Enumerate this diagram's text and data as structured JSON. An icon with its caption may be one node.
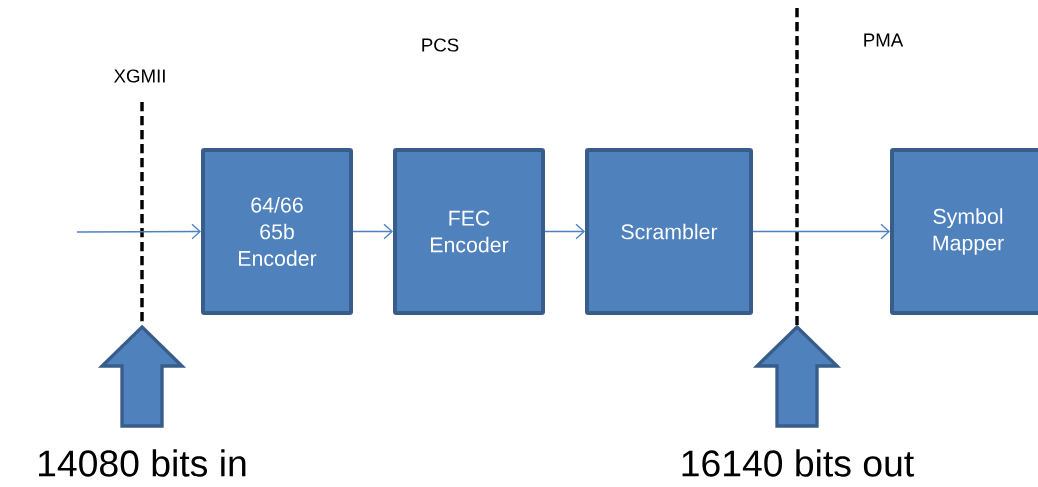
{
  "diagram": {
    "nodes": [
      {
        "text": [
          "64/66 65b Encoder"
        ]
      },
      {
        "text": [
          "FEC Encoder"
        ]
      },
      {
        "text": [
          "Scrambler"
        ]
      },
      {
        "text": [
          "Symbol Mapper"
        ]
      }
    ],
    "edges": [
      {
        "from": null,
        "to": 0,
        "arrow": "to"
      },
      {
        "from": 0,
        "to": 1,
        "arrow": "to"
      },
      {
        "from": 1,
        "to": 2,
        "arrow": "to"
      },
      {
        "from": 2,
        "to": 3,
        "arrow": "to"
      }
    ],
    "labels": [
      "PCS",
      "PMA",
      "XGMII",
      "14080 bits in",
      "16140 bits out"
    ]
  }
}
